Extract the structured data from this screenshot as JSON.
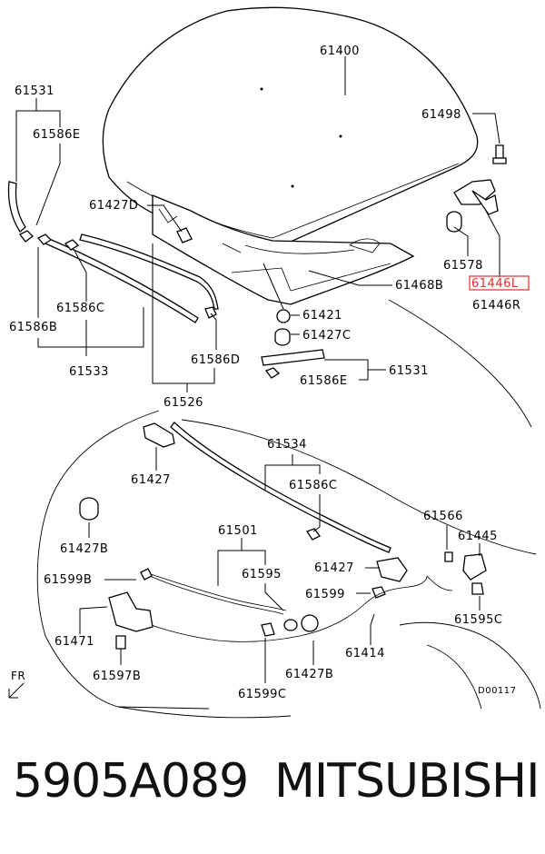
{
  "diagram": {
    "code": "D00117",
    "front_marker": "FR",
    "labels": {
      "p61400": "61400",
      "p61531_top": "61531",
      "p61586E_top": "61586E",
      "p61498": "61498",
      "p61427D": "61427D",
      "p61578": "61578",
      "p61446L": "61446L",
      "p61446R": "61446R",
      "p61468B": "61468B",
      "p61586C_left": "61586C",
      "p61421": "61421",
      "p61586B": "61586B",
      "p61427C": "61427C",
      "p61533": "61533",
      "p61586D": "61586D",
      "p61531_mid": "61531",
      "p61586E_mid": "61586E",
      "p61526": "61526",
      "p61534": "61534",
      "p61427": "61427",
      "p61586C_mid": "61586C",
      "p61566": "61566",
      "p61427B_left": "61427B",
      "p61501": "61501",
      "p61445": "61445",
      "p61599B": "61599B",
      "p61595": "61595",
      "p61427_right": "61427",
      "p61599": "61599",
      "p61595C": "61595C",
      "p61471": "61471",
      "p61414": "61414",
      "p61597B": "61597B",
      "p61427B_bottom": "61427B",
      "p61599C": "61599C"
    },
    "highlight_color": "#e0302a"
  },
  "footer": {
    "part_number": "5905A089",
    "brand": "MITSUBISHI"
  }
}
